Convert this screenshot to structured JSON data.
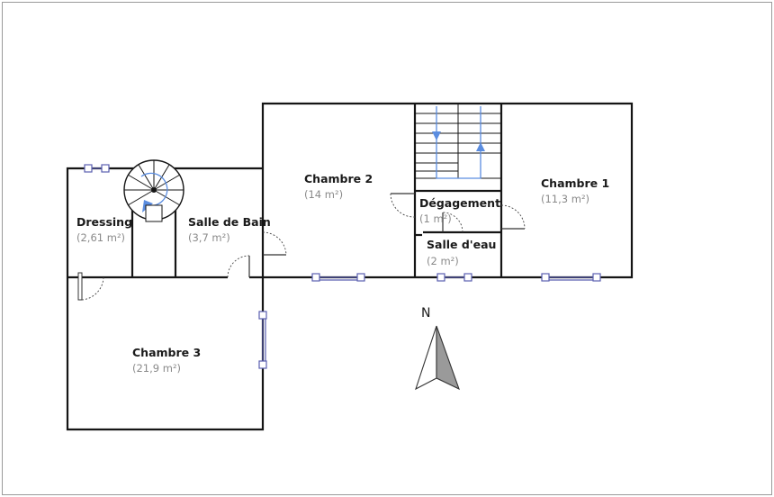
{
  "plan": {
    "rooms": [
      {
        "id": "chambre-2",
        "name": "Chambre 2",
        "area": "(14 m²)"
      },
      {
        "id": "chambre-1",
        "name": "Chambre 1",
        "area": "(11,3 m²)"
      },
      {
        "id": "degagement",
        "name": "Dégagement",
        "area": "(1 m²)"
      },
      {
        "id": "salle-deau",
        "name": "Salle d'eau",
        "area": "(2 m²)"
      },
      {
        "id": "dressing",
        "name": "Dressing",
        "area": "(2,61 m²)"
      },
      {
        "id": "salle-de-bain",
        "name": "Salle de Bain",
        "area": "(3,7 m²)"
      },
      {
        "id": "chambre-3",
        "name": "Chambre 3",
        "area": "(21,9 m²)"
      }
    ],
    "north_label": "N",
    "colors": {
      "wall": "#151515",
      "window": "#5a5fb0",
      "stair_arrow": "#5b8de0",
      "area_text": "#8a8a8a"
    }
  }
}
